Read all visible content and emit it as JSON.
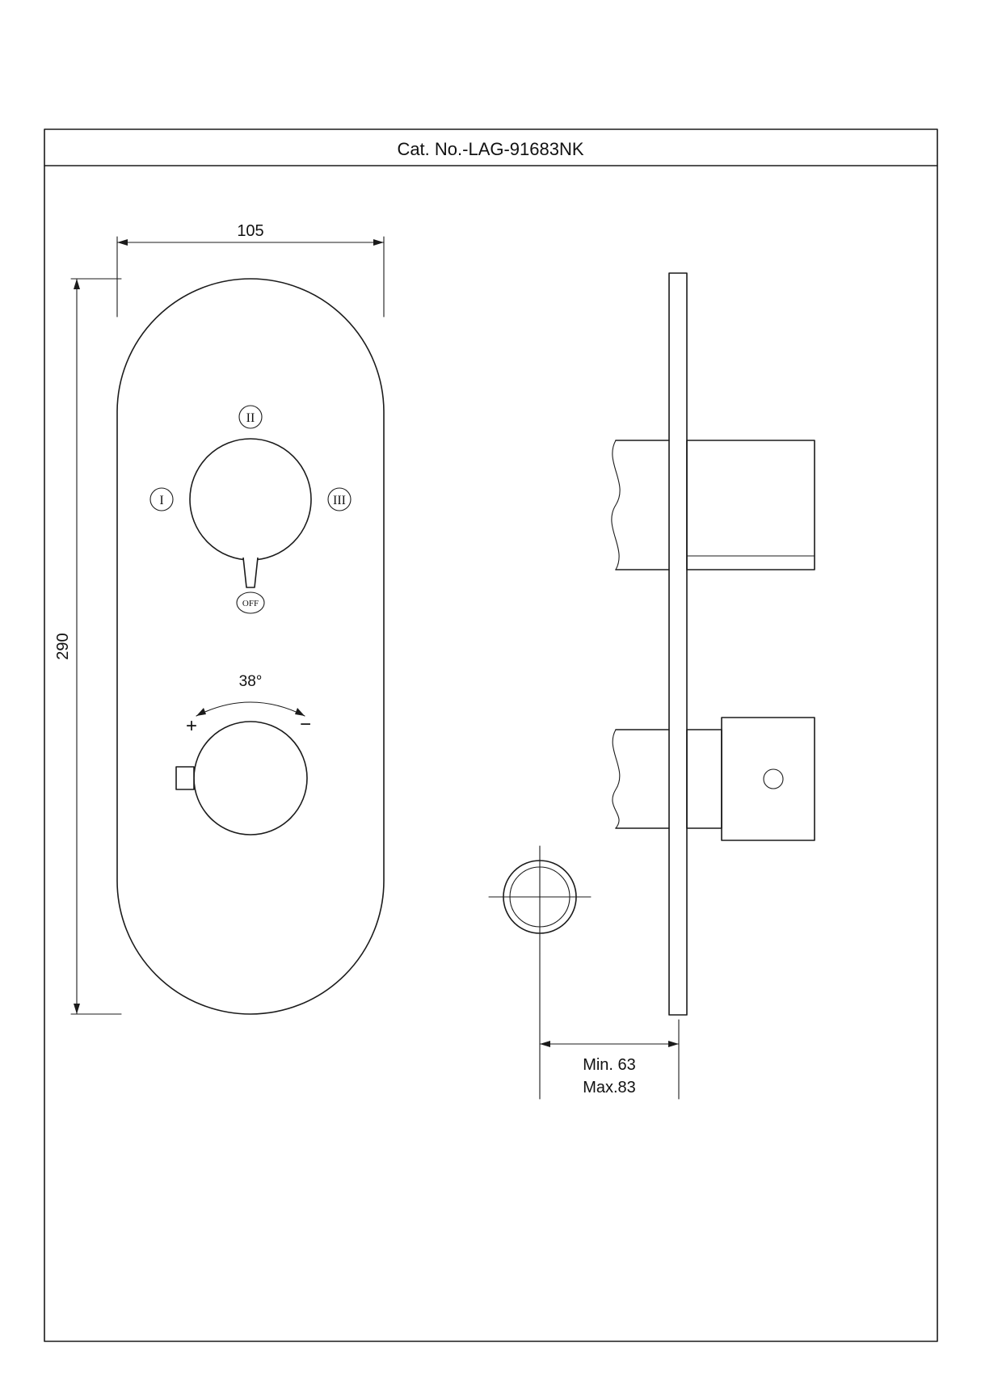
{
  "title": "Cat. No.-LAG-91683NK",
  "front_view": {
    "dim_width": "105",
    "dim_height": "290",
    "diverter": {
      "pos_top": "II",
      "pos_left": "I",
      "pos_right": "III",
      "off": "OFF"
    },
    "temperature": {
      "angle": "38°",
      "plus": "+",
      "minus": "−"
    }
  },
  "side_view": {
    "dim_min": "Min. 63",
    "dim_max": "Max.83"
  },
  "colors": {
    "line": "#1b1b1b",
    "background": "#ffffff"
  }
}
